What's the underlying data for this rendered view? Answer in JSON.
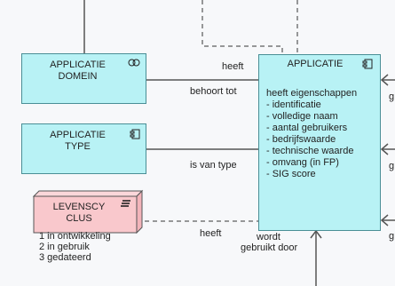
{
  "elements": {
    "domein": {
      "title_line1": "APPLICATIE",
      "title_line2": "DOMEIN",
      "icon": "service-icon"
    },
    "type": {
      "title_line1": "APPLICATIE",
      "title_line2": "TYPE",
      "icon": "component-icon"
    },
    "levenscyclus": {
      "title_line1": "LEVENSCY",
      "title_line2": "CLUS",
      "icon": "menu-icon"
    },
    "applicatie": {
      "title": "APPLICATIE",
      "icon": "component-icon",
      "properties_header": "heeft eigenschappen",
      "properties": [
        "- identificatie",
        "- volledige naam",
        "- aantal gebruikers",
        "- bedrijfswaarde",
        "- technische waarde",
        "- omvang (in FP)",
        "- SIG score"
      ]
    }
  },
  "relations": {
    "heeft_top": "heeft",
    "behoort_tot": "behoort tot",
    "is_van_type": "is van type",
    "heeft_bottom": "heeft",
    "wordt_line1": "wordt",
    "wordt_line2": "gebruikt door"
  },
  "clipped_labels": [
    "g",
    "g",
    "g"
  ],
  "lifecycle_states": [
    "1 in ontwikkeling",
    "2 in gebruik",
    "3 gedateerd"
  ],
  "colors": {
    "cyan_fill": "#b8f2f5",
    "pink_fill": "#f9c8cc",
    "line": "#555555"
  }
}
